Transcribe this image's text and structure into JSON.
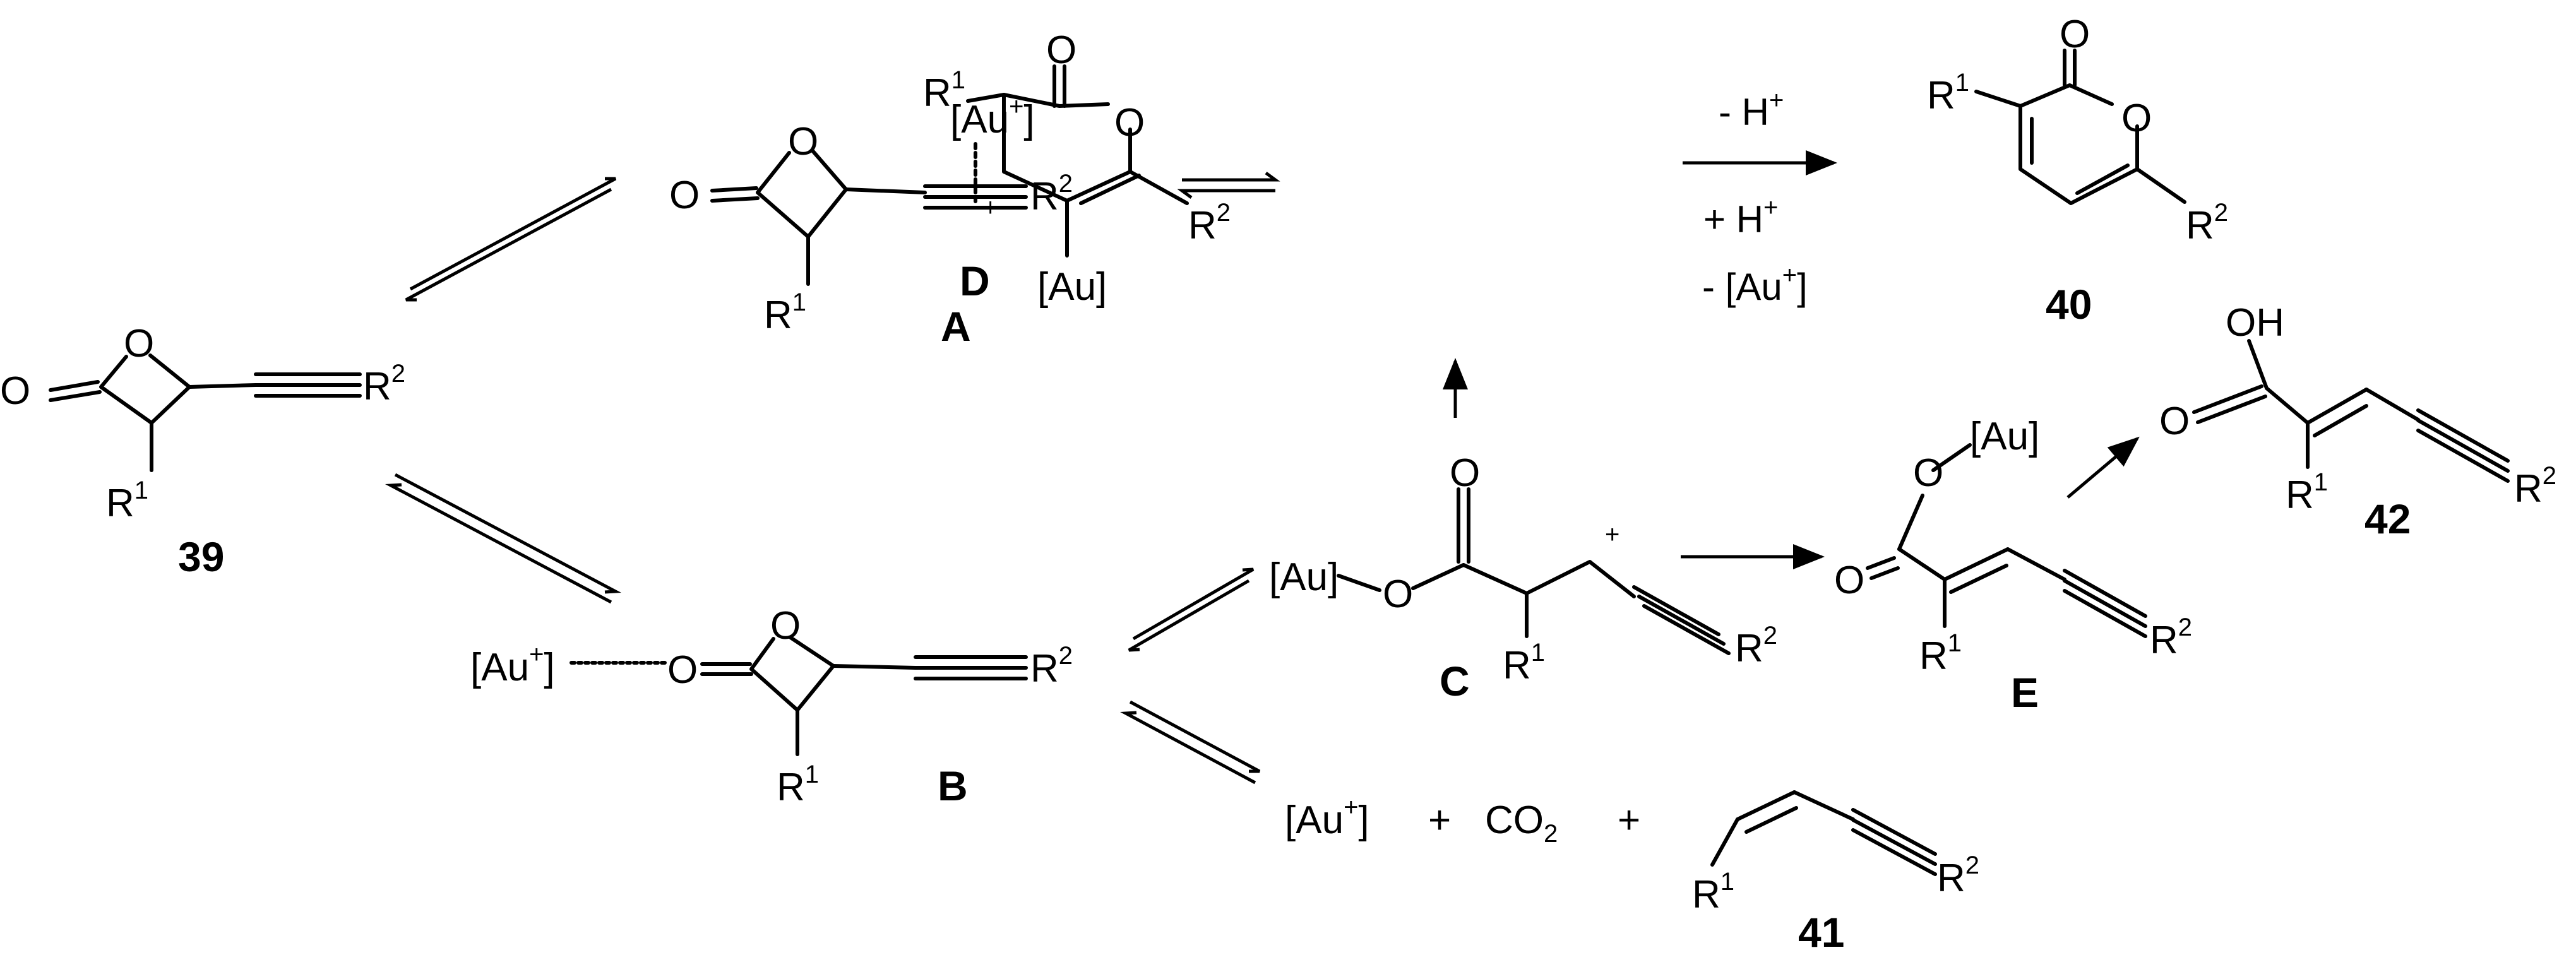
{
  "compounds": {
    "c39": {
      "label": "39",
      "carbonyl_o": "O",
      "ring_o": "O",
      "r1": "R",
      "r1_sup": "1",
      "r2": "R",
      "r2_sup": "2"
    },
    "cA": {
      "label": "A",
      "carbonyl_o": "O",
      "ring_o": "O",
      "r1": "R",
      "r1_sup": "1",
      "r2": "R",
      "r2_sup": "2",
      "au": "[Au",
      "au_sup": "+",
      "au_close": "]"
    },
    "cB": {
      "label": "B",
      "carbonyl_o": "O",
      "ring_o": "O",
      "r1": "R",
      "r1_sup": "1",
      "r2": "R",
      "r2_sup": "2",
      "au": "[Au",
      "au_sup": "+",
      "au_close": "]"
    },
    "cC": {
      "label": "C",
      "au": "[Au]",
      "ester_o": "O",
      "carbonyl_o": "O",
      "r1": "R",
      "r1_sup": "1",
      "r2": "R",
      "r2_sup": "2",
      "charge": "+"
    },
    "cD": {
      "label": "D",
      "carbonyl_o": "O",
      "ring_o": "O",
      "r1": "R",
      "r1_sup": "1",
      "r2": "R",
      "r2_sup": "2",
      "au": "[Au]",
      "charge": "+"
    },
    "cE": {
      "label": "E",
      "au": "[Au]",
      "ester_o": "O",
      "carbonyl_o": "O",
      "r1": "R",
      "r1_sup": "1",
      "r2": "R",
      "r2_sup": "2"
    },
    "c40": {
      "label": "40",
      "carbonyl_o": "O",
      "ring_o": "O",
      "r1": "R",
      "r1_sup": "1",
      "r2": "R",
      "r2_sup": "2"
    },
    "c41": {
      "label": "41",
      "r1": "R",
      "r1_sup": "1",
      "r2": "R",
      "r2_sup": "2"
    },
    "c42": {
      "label": "42",
      "oh": "OH",
      "carbonyl_o": "O",
      "r1": "R",
      "r1_sup": "1",
      "r2": "R",
      "r2_sup": "2"
    }
  },
  "conditions": {
    "minus_h": "- H",
    "minus_h_sup": "+",
    "plus_h": "+ H",
    "plus_h_sup": "+",
    "minus_au": "- [Au",
    "minus_au_sup": "+",
    "minus_au_close": "]"
  },
  "fragmentation": {
    "au": "[Au",
    "au_sup": "+",
    "au_close": "]",
    "plus1": "+",
    "co2": "CO",
    "co2_sub": "2",
    "plus2": "+"
  }
}
